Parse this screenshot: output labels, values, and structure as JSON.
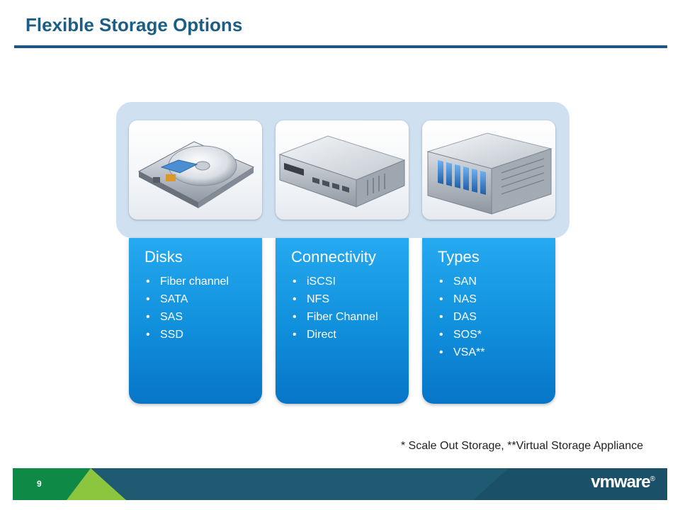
{
  "slide": {
    "title": "Flexible Storage Options",
    "page_number": "9",
    "footnote": "* Scale Out Storage, **Virtual Storage Appliance"
  },
  "cards": [
    {
      "heading": "Disks",
      "icon": "hard-disk-icon",
      "items": [
        "Fiber channel",
        "SATA",
        "SAS",
        "SSD"
      ]
    },
    {
      "heading": "Connectivity",
      "icon": "network-switch-icon",
      "items": [
        "iSCSI",
        "NFS",
        "Fiber Channel",
        "Direct"
      ]
    },
    {
      "heading": "Types",
      "icon": "storage-array-icon",
      "items": [
        "SAN",
        "NAS",
        "DAS",
        "SOS*",
        "VSA**"
      ]
    }
  ],
  "brand": {
    "logo_text": "vmware",
    "colors": {
      "title": "#1b5d84",
      "card_blue": "#108fdb",
      "footer_green": "#0f8a46",
      "footer_teal": "#1e5b73"
    }
  }
}
